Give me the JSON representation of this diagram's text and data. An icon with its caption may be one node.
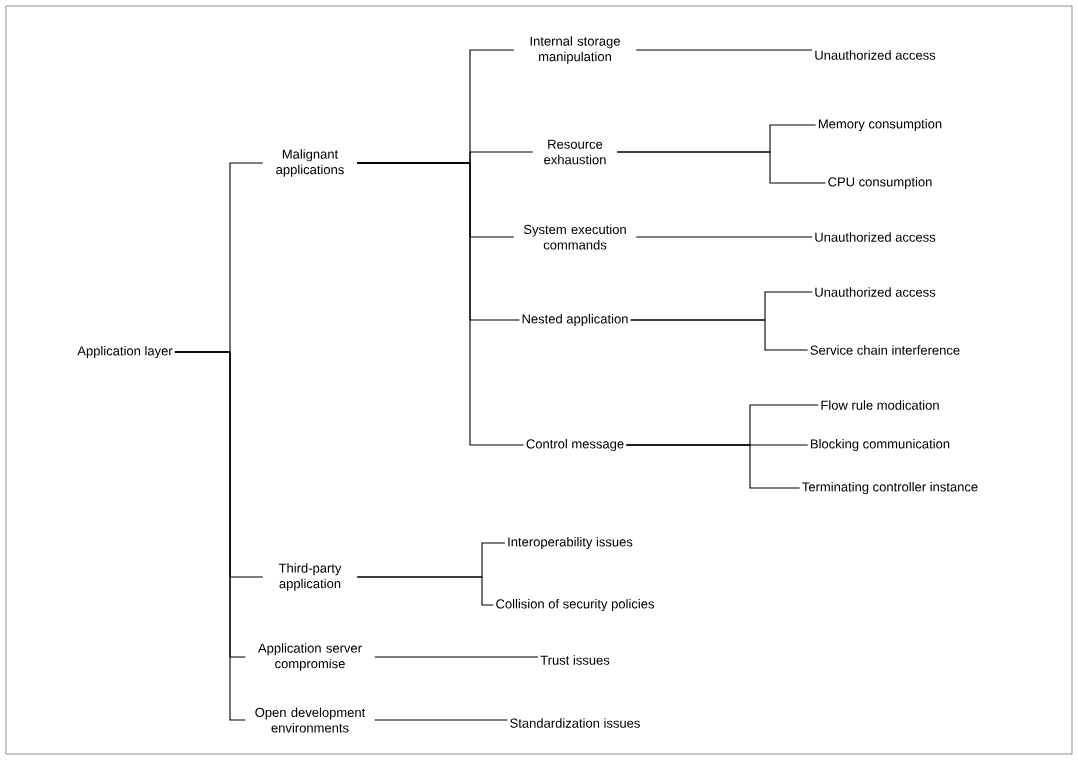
{
  "diagram": {
    "nodes": [
      {
        "text": [
          "Application layer"
        ]
      },
      {
        "text": [
          "Malignant applications"
        ]
      },
      {
        "text": [
          "Internal storage manipulation"
        ]
      },
      {
        "text": [
          "Unauthorized access"
        ]
      },
      {
        "text": [
          "Resource exhaustion"
        ]
      },
      {
        "text": [
          "Memory consumption"
        ]
      },
      {
        "text": [
          "CPU consumption"
        ]
      },
      {
        "text": [
          "System execution commands"
        ]
      },
      {
        "text": [
          "Unauthorized access"
        ]
      },
      {
        "text": [
          "Nested application"
        ]
      },
      {
        "text": [
          "Unauthorized access"
        ]
      },
      {
        "text": [
          "Service chain interference"
        ]
      },
      {
        "text": [
          "Control message"
        ]
      },
      {
        "text": [
          "Flow rule modication"
        ]
      },
      {
        "text": [
          "Blocking communication"
        ]
      },
      {
        "text": [
          "Terminating controller instance"
        ]
      },
      {
        "text": [
          "Third-party application"
        ]
      },
      {
        "text": [
          "Interoperability issues"
        ]
      },
      {
        "text": [
          "Collision of security policies"
        ]
      },
      {
        "text": [
          "Application server compromise"
        ]
      },
      {
        "text": [
          "Trust issues"
        ]
      },
      {
        "text": [
          "Open development environments"
        ]
      },
      {
        "text": [
          "Standardization issues"
        ]
      }
    ],
    "edges": [
      {
        "from": 0,
        "to": 1,
        "arrow": "none"
      },
      {
        "from": 0,
        "to": 16,
        "arrow": "none"
      },
      {
        "from": 0,
        "to": 19,
        "arrow": "none"
      },
      {
        "from": 0,
        "to": 21,
        "arrow": "none"
      },
      {
        "from": 1,
        "to": 2,
        "arrow": "none"
      },
      {
        "from": 1,
        "to": 4,
        "arrow": "none"
      },
      {
        "from": 1,
        "to": 7,
        "arrow": "none"
      },
      {
        "from": 1,
        "to": 9,
        "arrow": "none"
      },
      {
        "from": 1,
        "to": 12,
        "arrow": "none"
      },
      {
        "from": 2,
        "to": 3,
        "arrow": "none"
      },
      {
        "from": 4,
        "to": 5,
        "arrow": "none"
      },
      {
        "from": 4,
        "to": 6,
        "arrow": "none"
      },
      {
        "from": 7,
        "to": 8,
        "arrow": "none"
      },
      {
        "from": 9,
        "to": 10,
        "arrow": "none"
      },
      {
        "from": 9,
        "to": 11,
        "arrow": "none"
      },
      {
        "from": 12,
        "to": 13,
        "arrow": "none"
      },
      {
        "from": 12,
        "to": 14,
        "arrow": "none"
      },
      {
        "from": 12,
        "to": 15,
        "arrow": "none"
      },
      {
        "from": 16,
        "to": 17,
        "arrow": "none"
      },
      {
        "from": 16,
        "to": 18,
        "arrow": "none"
      },
      {
        "from": 19,
        "to": 20,
        "arrow": "none"
      },
      {
        "from": 21,
        "to": 22,
        "arrow": "none"
      }
    ]
  }
}
